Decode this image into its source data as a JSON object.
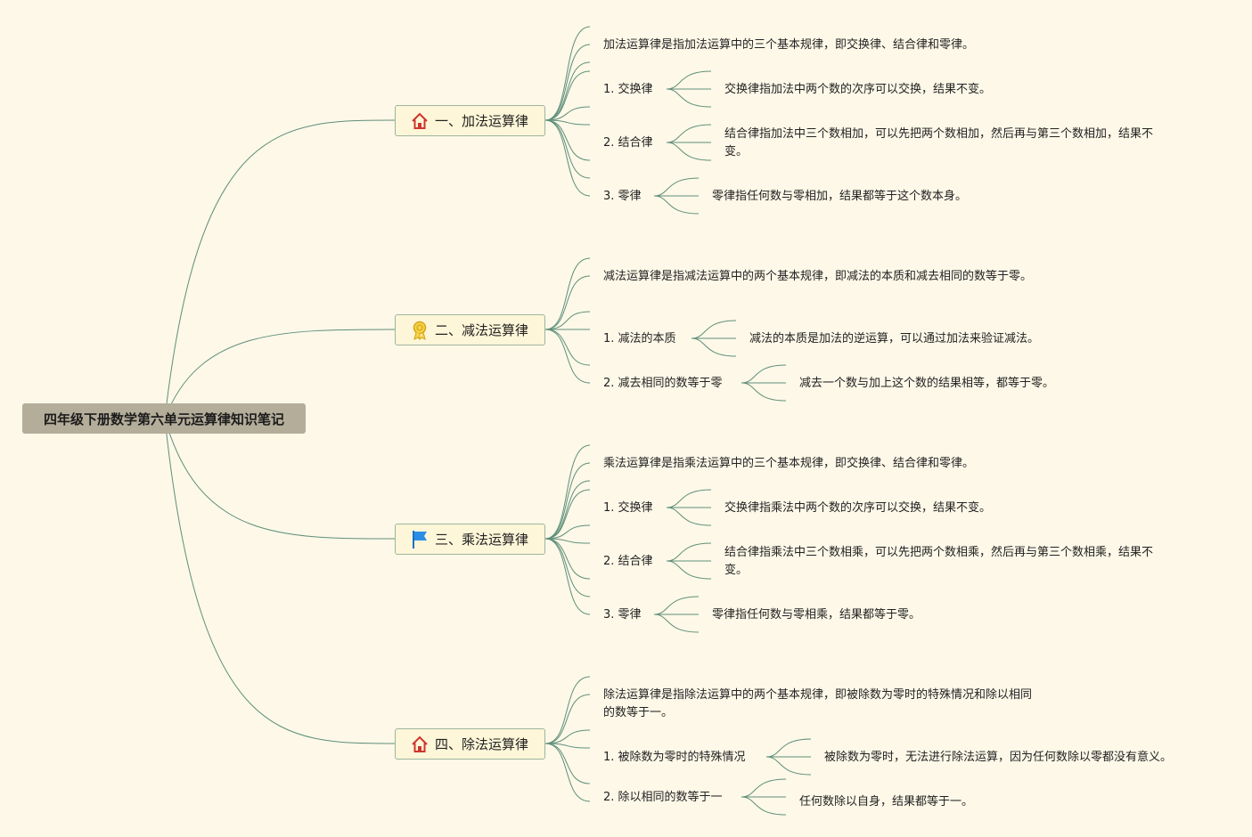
{
  "root": {
    "label": "四年级下册数学第六单元运算律知识笔记"
  },
  "branches": [
    {
      "label": "一、加法运算律",
      "icon": "house-icon",
      "intro": "加法运算律是指加法运算中的三个基本规律，即交换律、结合律和零律。",
      "items": [
        {
          "label": "1. 交换律",
          "detail": "交换律指加法中两个数的次序可以交换，结果不变。"
        },
        {
          "label": "2. 结合律",
          "detail": "结合律指加法中三个数相加，可以先把两个数相加，然后再与第三个数相加，结果不变。"
        },
        {
          "label": "3. 零律",
          "detail": "零律指任何数与零相加，结果都等于这个数本身。"
        }
      ]
    },
    {
      "label": "二、减法运算律",
      "icon": "ribbon-badge-icon",
      "intro": "减法运算律是指减法运算中的两个基本规律，即减法的本质和减去相同的数等于零。",
      "items": [
        {
          "label": "1. 减法的本质",
          "detail": "减法的本质是加法的逆运算，可以通过加法来验证减法。"
        },
        {
          "label": "2. 减去相同的数等于零",
          "detail": "减去一个数与加上这个数的结果相等，都等于零。"
        }
      ]
    },
    {
      "label": "三、乘法运算律",
      "icon": "flag-icon",
      "intro": "乘法运算律是指乘法运算中的三个基本规律，即交换律、结合律和零律。",
      "items": [
        {
          "label": "1. 交换律",
          "detail": "交换律指乘法中两个数的次序可以交换，结果不变。"
        },
        {
          "label": "2. 结合律",
          "detail": "结合律指乘法中三个数相乘，可以先把两个数相乘，然后再与第三个数相乘，结果不变。"
        },
        {
          "label": "3. 零律",
          "detail": "零律指任何数与零相乘，结果都等于零。"
        }
      ]
    },
    {
      "label": "四、除法运算律",
      "icon": "house-icon",
      "intro": "除法运算律是指除法运算中的两个基本规律，即被除数为零时的特殊情况和除以相同的数等于一。",
      "items": [
        {
          "label": "1. 被除数为零时的特殊情况",
          "detail": "被除数为零时，无法进行除法运算，因为任何数除以零都没有意义。"
        },
        {
          "label": "2. 除以相同的数等于一",
          "detail": "任何数除以自身，结果都等于一。"
        }
      ]
    }
  ],
  "colors": {
    "line": "#5f8f7a",
    "root_bg": "#b4ad9a",
    "branch_bg": "#fdf6d8",
    "background": "#fdf8e8"
  }
}
